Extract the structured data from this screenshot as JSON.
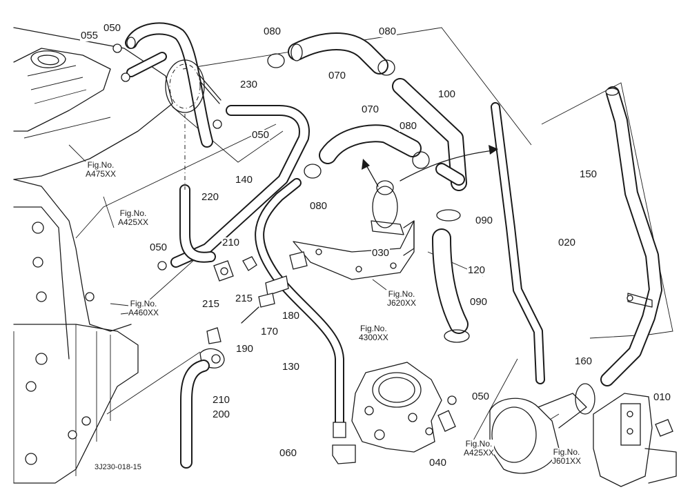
{
  "parts": {
    "p010": "010",
    "p020": "020",
    "p030": "030",
    "p040": "040",
    "p050_a": "050",
    "p050_b": "050",
    "p050_c": "050",
    "p050_d": "050",
    "p055": "055",
    "p060": "060",
    "p070_a": "070",
    "p070_b": "070",
    "p080_a": "080",
    "p080_b": "080",
    "p080_c": "080",
    "p080_d": "080",
    "p090_a": "090",
    "p090_b": "090",
    "p100": "100",
    "p120": "120",
    "p130": "130",
    "p140": "140",
    "p150": "150",
    "p160": "160",
    "p170": "170",
    "p180": "180",
    "p190": "190",
    "p200": "200",
    "p210_a": "210",
    "p210_b": "210",
    "p215_a": "215",
    "p215_b": "215",
    "p220": "220",
    "p230": "230"
  },
  "figure_refs": {
    "a475": {
      "caption": "Fig.No.",
      "code": "A475XX"
    },
    "a425_left": {
      "caption": "Fig.No.",
      "code": "A425XX"
    },
    "a460": {
      "caption": "Fig.No.",
      "code": "A460XX"
    },
    "j620": {
      "caption": "Fig.No.",
      "code": "J620XX"
    },
    "f4300": {
      "caption": "Fig.No.",
      "code": "4300XX"
    },
    "a425_right": {
      "caption": "Fig.No.",
      "code": "A425XX"
    },
    "j601": {
      "caption": "Fig.No.",
      "code": "J601XX"
    }
  },
  "drawing_code": "3J230-018-15"
}
